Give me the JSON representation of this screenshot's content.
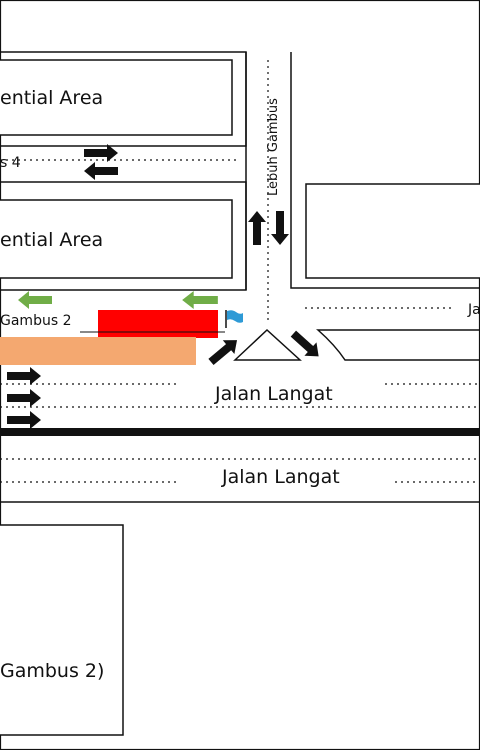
{
  "labels": {
    "residential_top": "ential Area",
    "residential_mid": "ential Area",
    "lane_4": "s 4",
    "gambus_2": "Gambus 2",
    "lebuh_gambus": "Lebuh Gambus",
    "jalan_langat_upper": "Jalan Langat",
    "jalan_langat_lower": "Jalan Langat",
    "right_road_fragment": "Ja",
    "bottom_building": "Gambus 2)"
  },
  "colors": {
    "line": "#111111",
    "red_block": "#ff0000",
    "orange_block": "#f4a870",
    "green_arrow": "#70ad47",
    "flag_blue": "#2e9ad6"
  },
  "icons": {
    "flag": "flag-icon",
    "black_arrow": "black-arrow-icon",
    "green_arrow": "green-arrow-icon"
  }
}
